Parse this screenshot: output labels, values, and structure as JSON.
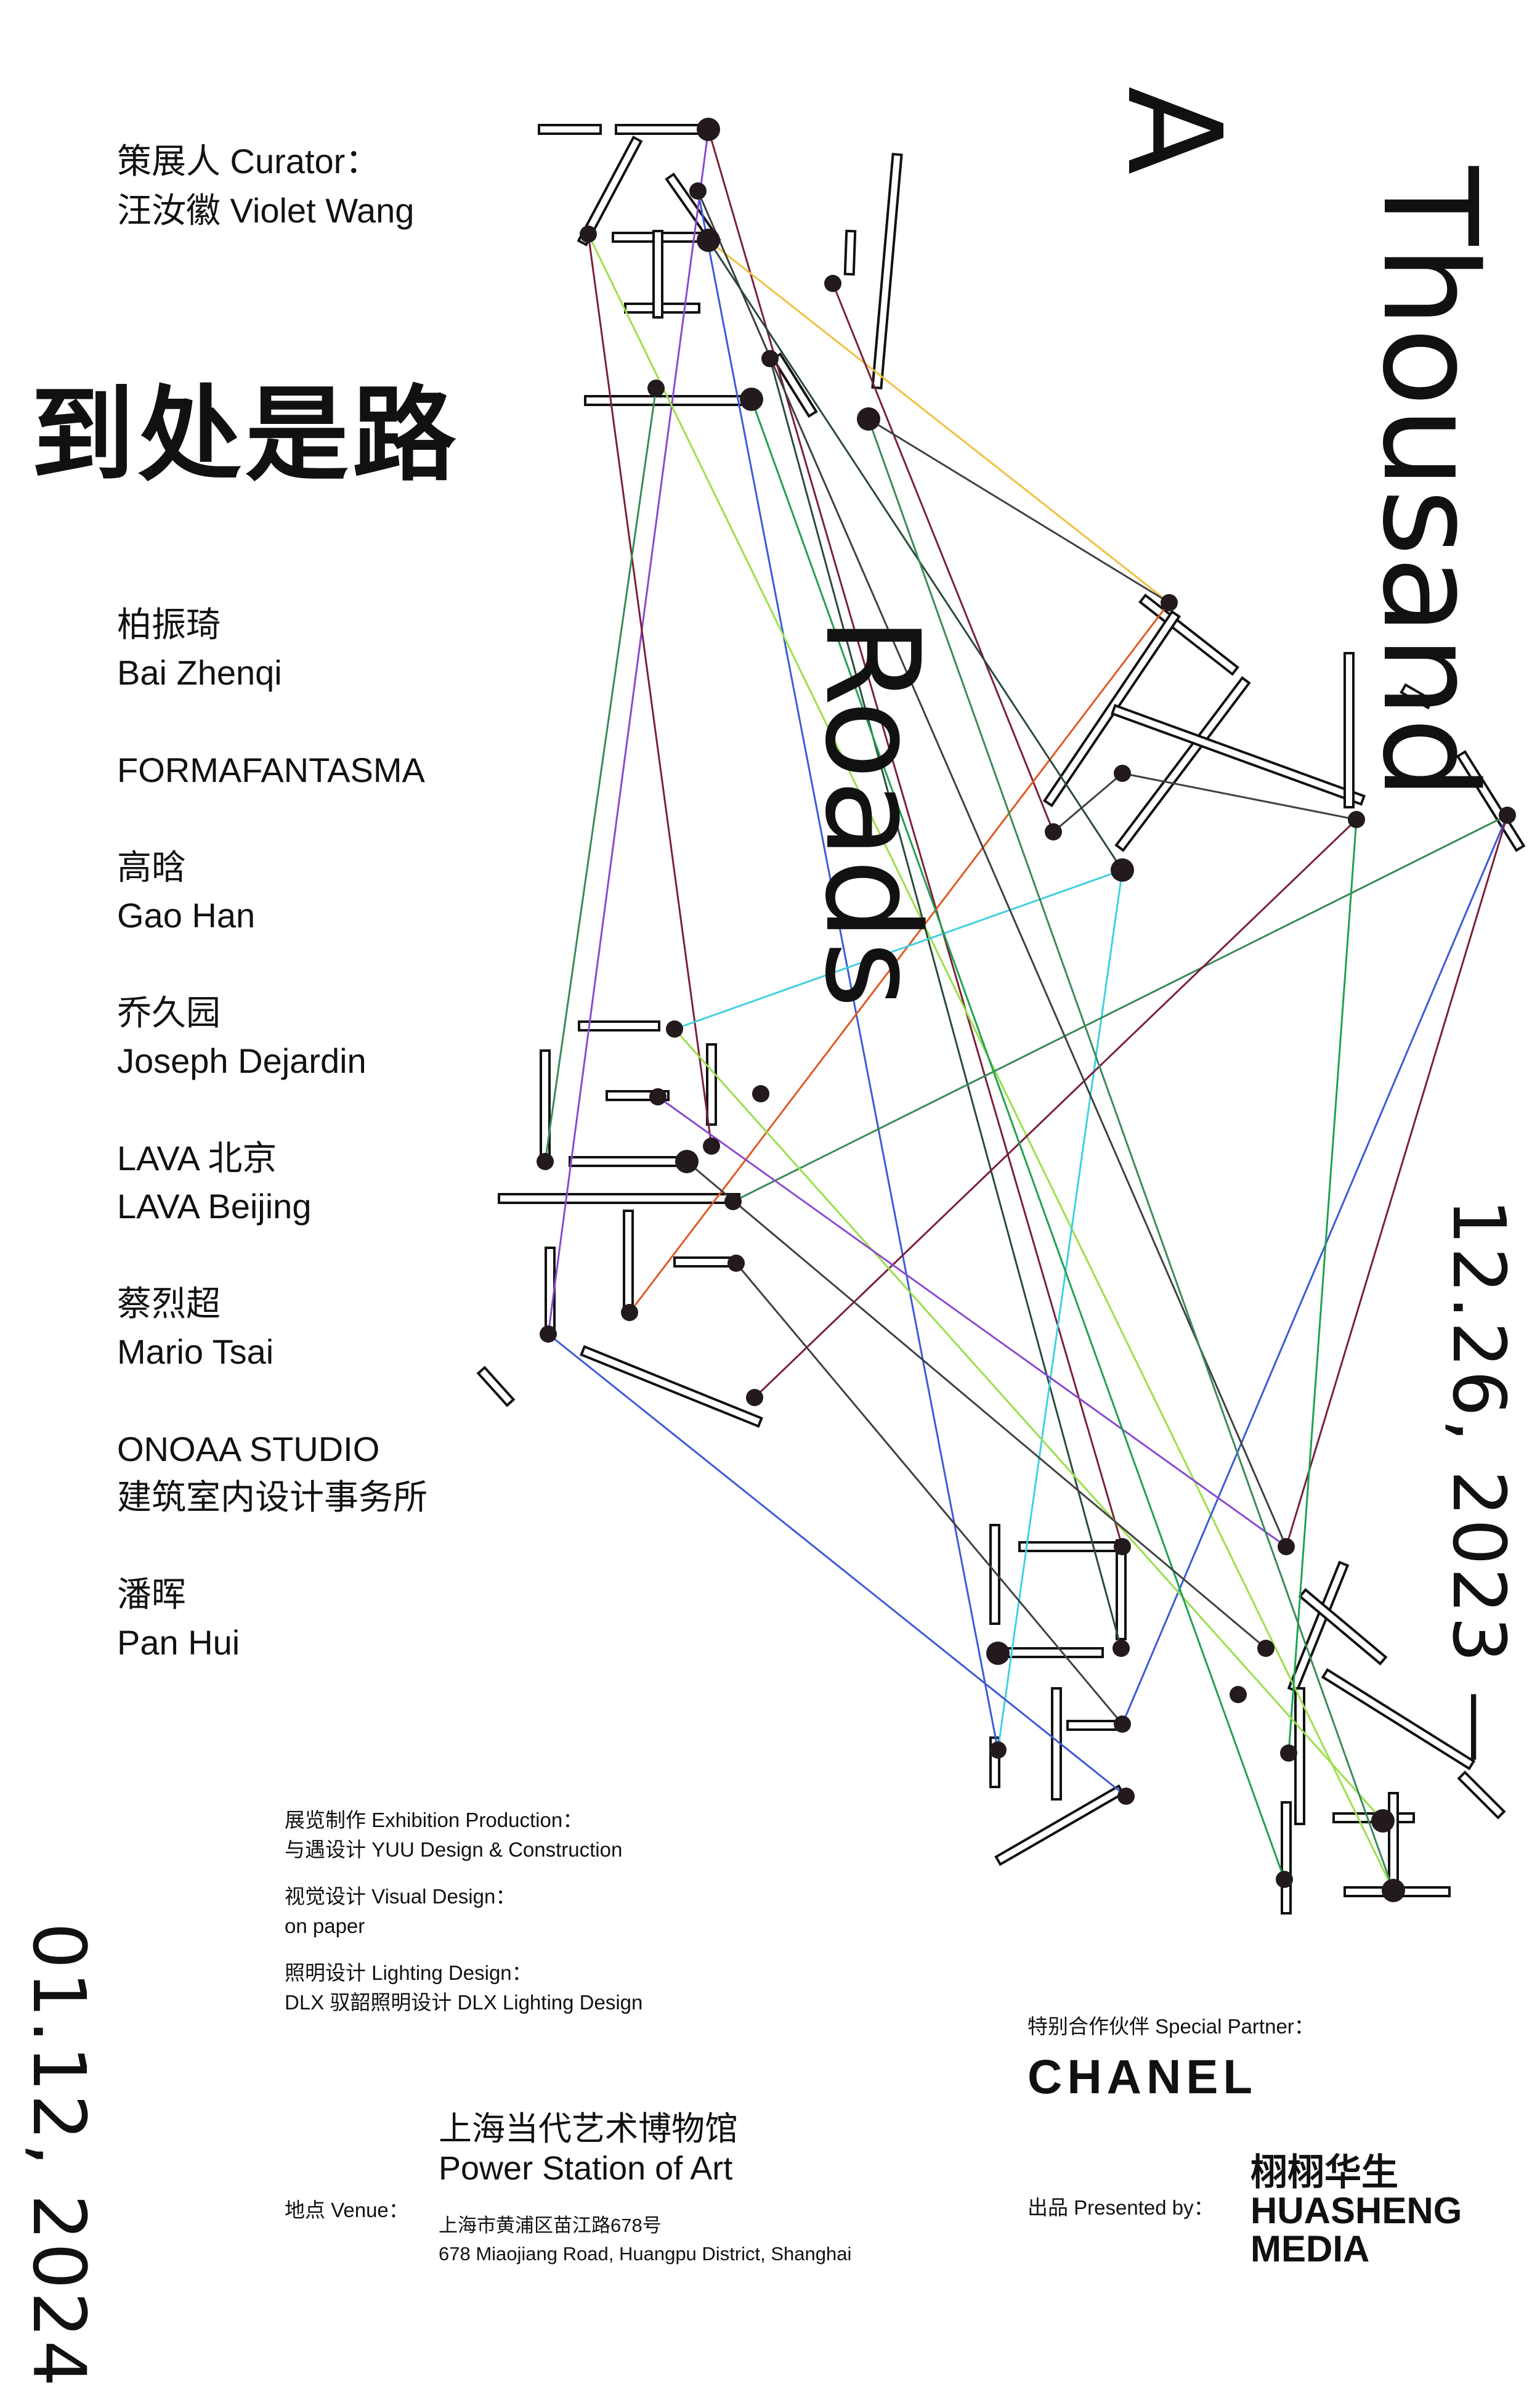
{
  "curator": {
    "label": "策展人  Curator：",
    "name": "汪汝徽  Violet Wang"
  },
  "title_cn": "到处是路",
  "title_en": {
    "line1": "A",
    "line2": "Thousand",
    "line3": "Roads"
  },
  "artists": [
    {
      "cn": "柏振琦",
      "en": "Bai Zhenqi"
    },
    {
      "cn": "",
      "en": "FORMAFANTASMA"
    },
    {
      "cn": "高晗",
      "en": "Gao Han"
    },
    {
      "cn": "乔久园",
      "en": "Joseph Dejardin"
    },
    {
      "cn": "LAVA 北京",
      "en": "LAVA Beijing"
    },
    {
      "cn": "蔡烈超",
      "en": "Mario Tsai"
    },
    {
      "cn": "ONOAA STUDIO",
      "en": "建筑室内设计事务所"
    },
    {
      "cn": "潘晖",
      "en": "Pan Hui"
    }
  ],
  "dates": {
    "start": "12.26, 2023 —",
    "end": "01.12, 2024"
  },
  "credits": [
    {
      "role": "展览制作  Exhibition Production：",
      "name": "与遇设计  YUU Design & Construction"
    },
    {
      "role": "视觉设计   Visual Design：",
      "name": "on paper"
    },
    {
      "role": "照明设计  Lighting Design：",
      "name": "DLX 驭韶照明设计  DLX Lighting Design"
    }
  ],
  "venue": {
    "label": "地点  Venue：",
    "name_cn": "上海当代艺术博物馆",
    "name_en": "Power Station of Art",
    "address_cn": "上海市黄浦区苗江路678号",
    "address_en": "678 Miaojiang Road, Huangpu District, Shanghai"
  },
  "partner": {
    "label": "特别合作伙伴  Special Partner：",
    "name": "CHANEL"
  },
  "presenter": {
    "label": "出品   Presented by：",
    "cn": "栩栩华生",
    "en1": "HUASHENG",
    "en2": "MEDIA"
  },
  "colors": {
    "ink": "#111111",
    "node": "#231a1e",
    "line_colors": [
      "#7b1f3a",
      "#3b5bd6",
      "#9be04a",
      "#f0c040",
      "#3a8a5a",
      "#2a4a3a",
      "#8a4ad0",
      "#e05a20",
      "#40d0e0",
      "#20a050",
      "#404040"
    ]
  }
}
